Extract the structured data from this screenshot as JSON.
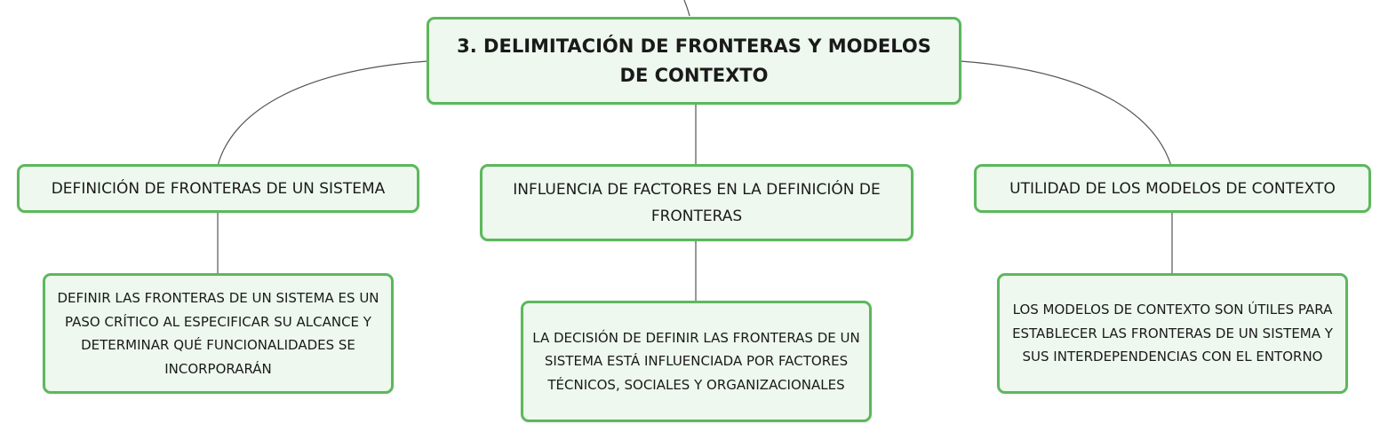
{
  "root": {
    "title": "3. DELIMITACIÓN DE FRONTERAS Y MODELOS DE CONTEXTO"
  },
  "topics": [
    {
      "label": "DEFINICIÓN DE FRONTERAS DE UN SISTEMA",
      "detail": "DEFINIR LAS FRONTERAS DE UN SISTEMA ES UN PASO CRÍTICO AL ESPECIFICAR SU ALCANCE Y DETERMINAR QUÉ FUNCIONALIDADES SE INCORPORARÁN"
    },
    {
      "label": "INFLUENCIA DE FACTORES EN LA DEFINICIÓN DE FRONTERAS",
      "detail": "LA DECISIÓN DE DEFINIR LAS FRONTERAS DE UN SISTEMA ESTÁ INFLUENCIADA POR FACTORES TÉCNICOS, SOCIALES Y ORGANIZACIONALES"
    },
    {
      "label": "UTILIDAD DE LOS MODELOS DE CONTEXTO",
      "detail": "LOS MODELOS DE CONTEXTO SON ÚTILES PARA ESTABLECER LAS FRONTERAS DE UN SISTEMA Y SUS INTERDEPENDENCIAS CON EL ENTORNO"
    }
  ],
  "colors": {
    "node_border": "#5cb85c",
    "node_fill": "#eef8ee",
    "connector": "#555555"
  }
}
